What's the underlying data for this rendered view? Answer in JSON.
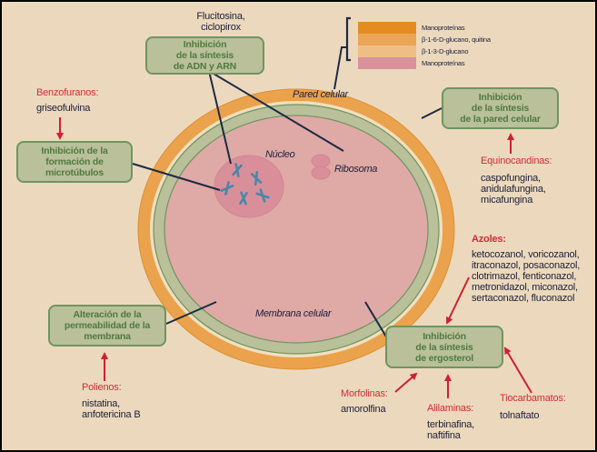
{
  "colors": {
    "background": "#ecd9bd",
    "cell_wall": "#eaa24c",
    "membrane": "#b9c09a",
    "cytoplasm": "#dfa9a6",
    "nucleus": "#d98f9a",
    "chromosome": "#4a86a8",
    "box_fill": "#b9c09a",
    "box_text": "#4f7a3e",
    "class_label": "#d22c36",
    "drug_text": "#1c1f3a",
    "arrow": "#d0202e",
    "connector": "#1c2a44"
  },
  "legend": {
    "layers": [
      {
        "label": "Manoproteínas",
        "color": "#e48b22"
      },
      {
        "label": "β-1-6-D-glucano, quitina",
        "color": "#eaa556"
      },
      {
        "label": "β-1-3-D-glucano",
        "color": "#efbe86"
      },
      {
        "label": "Manoproteínas",
        "color": "#d9919b"
      }
    ]
  },
  "cell": {
    "wall_label": "Pared celular",
    "membrane_label": "Membrana celular",
    "nucleus_label": "Núcleo",
    "ribosome_label": "Ribosoma"
  },
  "mechanisms": {
    "dna_rna": [
      "Inhibición",
      "de la síntesis",
      "de ADN y ARN"
    ],
    "microtubules": [
      "Inhibición de la",
      "formación de",
      "microtúbulos"
    ],
    "cell_wall": [
      "Inhibición",
      "de la síntesis",
      "de la pared celular"
    ],
    "membrane_perm": [
      "Alteración de la",
      "permeabilidad de la",
      "membrana"
    ],
    "ergosterol": [
      "Inhibición",
      "de la síntesis",
      "de ergosterol"
    ]
  },
  "drug_groups": {
    "flucitosina": {
      "class": "",
      "drugs": [
        "Flucitosina,",
        "ciclopirox"
      ]
    },
    "benzofuranos": {
      "class": "Benzofuranos:",
      "drugs": [
        "griseofulvina"
      ]
    },
    "equinocandinas": {
      "class": "Equinocandinas:",
      "drugs": [
        "caspofungina,",
        "anidulafungina,",
        "micafungina"
      ]
    },
    "azoles": {
      "class": "Azoles:",
      "drugs": [
        "ketocozanol, voricozanol,",
        "itraconazol, posaconazol,",
        "clotrimazol, fenticonazol,",
        "metronidazol, miconazol,",
        "sertaconazol, fluconazol"
      ]
    },
    "polienos": {
      "class": "Polienos:",
      "drugs": [
        "nistatina,",
        "anfotericina B"
      ]
    },
    "morfolinas": {
      "class": "Morfolinas:",
      "drugs": [
        "amorolfina"
      ]
    },
    "alilaminas": {
      "class": "Alilaminas:",
      "drugs": [
        "terbinafina,",
        "naftifina"
      ]
    },
    "tiocarbamatos": {
      "class": "Tiocarbamatos:",
      "drugs": [
        "tolnaftato"
      ]
    }
  }
}
